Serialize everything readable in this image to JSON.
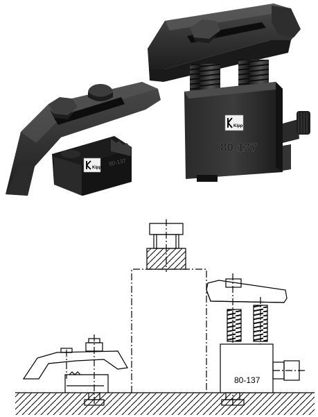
{
  "photo": {
    "left_clamp_logo_text": "Kipp",
    "left_clamp_marking": "80-137",
    "right_clamp_logo_text": "Kipp",
    "right_clamp_marking": "80-137"
  },
  "drawing": {
    "body_label": "80-137"
  }
}
